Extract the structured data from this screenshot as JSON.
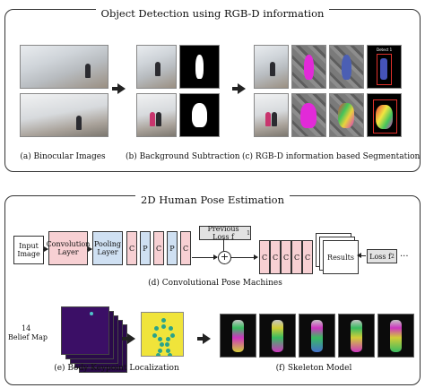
{
  "top_panel": {
    "title": "Object Detection using RGB-D information",
    "captions": {
      "a": "(a) Binocular Images",
      "b": "(b) Background Subtraction",
      "c": "(c) RGB-D information based Segmentation"
    },
    "detect_label": "Detect 1"
  },
  "bottom_panel": {
    "title": "2D Human Pose Estimation",
    "cpm": {
      "input": "Input Image",
      "conv": "Convolution Layer",
      "pool": "Pooling Layer",
      "blocks_1": [
        "C",
        "P",
        "C",
        "P",
        "C"
      ],
      "prev_loss": "Previous Loss f",
      "prev_loss_sub": "1",
      "plus": "+",
      "blocks_2": [
        "C",
        "C",
        "C",
        "C",
        "C"
      ],
      "results": "Results",
      "loss": "Loss f",
      "loss_sub": "2",
      "ellipsis": "...",
      "caption": "(d) Convolutional Pose Machines"
    },
    "keypoint": {
      "belief_count": "14",
      "belief_label": "Belief Map",
      "caption": "(e) Body Keypoint Localization"
    },
    "skeleton": {
      "caption": "(f) Skeleton Model"
    }
  }
}
